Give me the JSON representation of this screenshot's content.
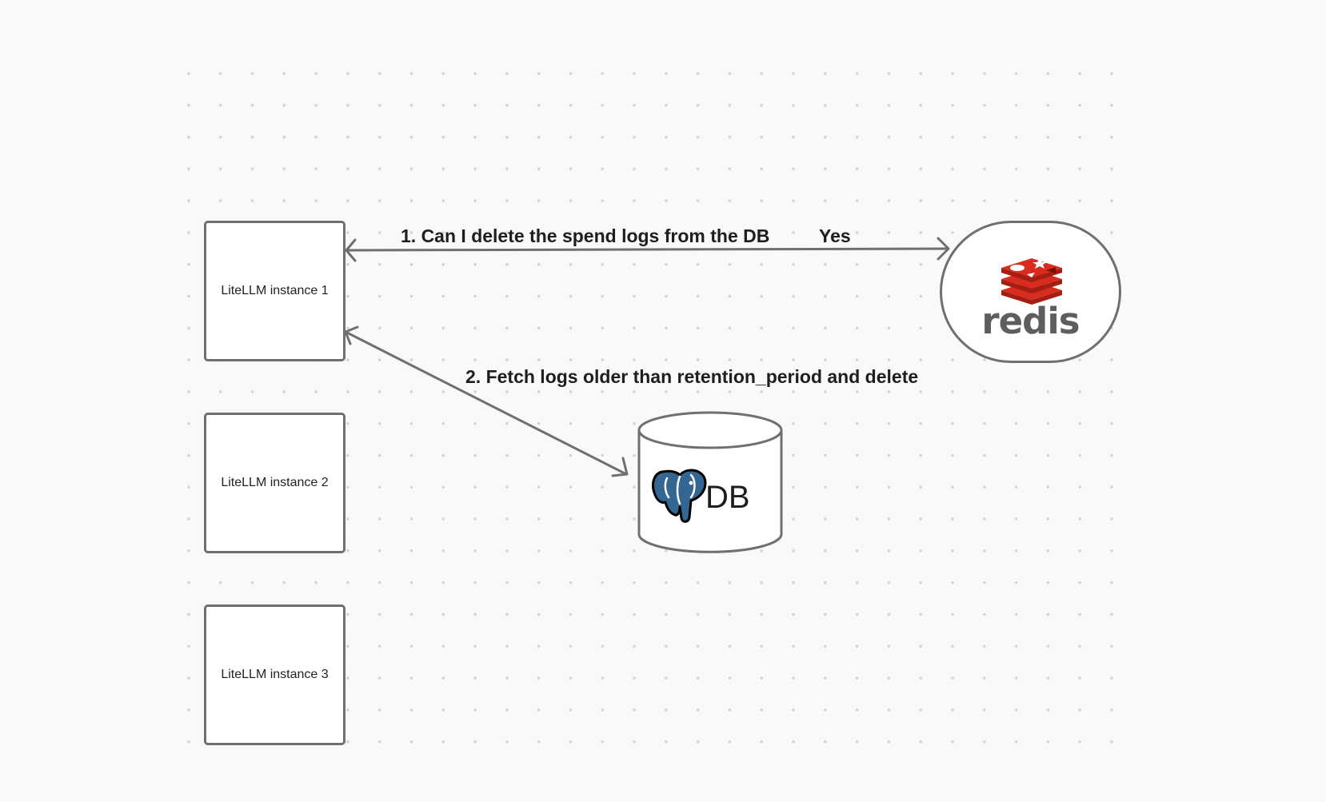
{
  "diagram": {
    "nodes": {
      "instance_1": {
        "label": "LiteLLM instance 1"
      },
      "instance_2": {
        "label": "LiteLLM instance 2"
      },
      "instance_3": {
        "label": "LiteLLM instance 3"
      },
      "redis": {
        "label": "redis",
        "icon": "redis-logo-icon",
        "color": "#d82c20"
      },
      "db": {
        "label": "DB",
        "icon": "postgres-elephant-icon",
        "color": "#336791"
      }
    },
    "edges": {
      "redis_check": {
        "label": "1.  Can I delete the spend logs from the DB",
        "reply": "Yes",
        "direction": "bidirectional"
      },
      "db_cleanup": {
        "label": "2.  Fetch logs older than retention_period and delete",
        "direction": "bidirectional"
      }
    },
    "colors": {
      "stroke": "#6f6f6f",
      "background": "#f9f9f9",
      "node_fill": "#ffffff"
    }
  }
}
